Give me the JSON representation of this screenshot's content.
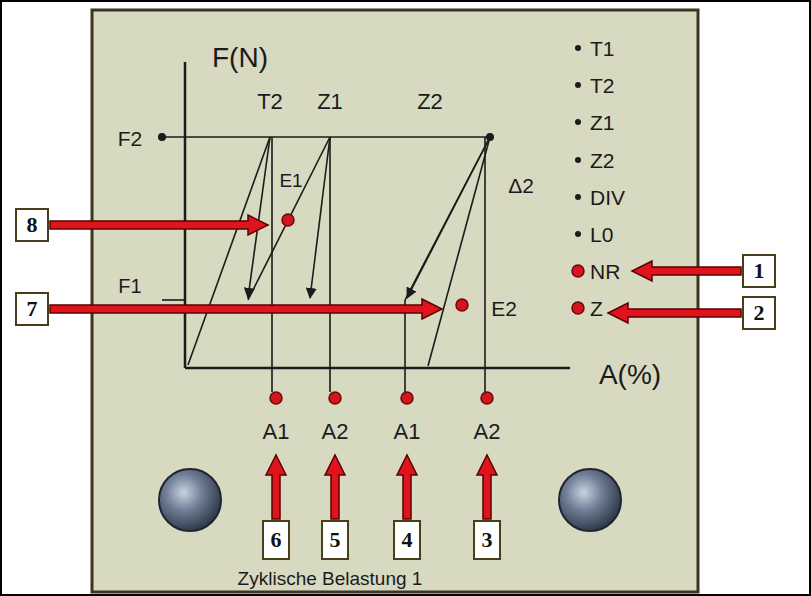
{
  "diagram": {
    "nodes": [
      {
        "text": [
          "8"
        ]
      },
      {
        "text": [
          "1"
        ]
      },
      {
        "text": [
          "7"
        ]
      },
      {
        "text": [
          "2"
        ]
      },
      {
        "text": [
          "6"
        ]
      },
      {
        "text": [
          "5"
        ]
      },
      {
        "text": [
          "4"
        ]
      },
      {
        "text": [
          "3"
        ]
      }
    ],
    "labels": [
      "F(N)",
      "T2",
      "Z1",
      "Z2",
      "F2",
      "E1",
      "Δ2",
      "F1",
      "E2",
      "A(%)",
      "T1",
      "T2",
      "Z1",
      "Z2",
      "DIV",
      "L0",
      "NR",
      "Z",
      "A1",
      "A2",
      "A1",
      "A2",
      "Zyklische Belastung 1"
    ]
  }
}
